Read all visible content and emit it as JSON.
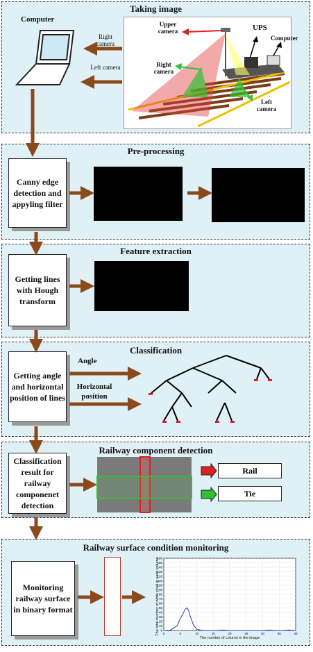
{
  "taking_image": {
    "title": "Taking image",
    "computer_label": "Computer",
    "right_camera_label": "Right camera",
    "left_camera_label": "Left camera",
    "upper_camera_label": "Upper camera",
    "ups_label": "UPS",
    "computer_small_label": "Computer",
    "right_camera_small": "Right camera",
    "left_camera_small": "Left camera"
  },
  "preprocessing": {
    "title": "Pre-processing",
    "box_text": "Canny edge detection and appyling filter"
  },
  "feature_extraction": {
    "title": "Feature extraction",
    "box_text": "Getting lines with Hough transform"
  },
  "classification": {
    "title": "Classification",
    "box_text": "Getting angle and horizontal position of lines",
    "angle_label": "Angle",
    "horizontal_label": "Horizontal position"
  },
  "component_detection": {
    "title": "Railway component detection",
    "box_text": "Classification result for railway componenet detection",
    "rail_label": "Rail",
    "tie_label": "Tie",
    "colors": {
      "rail_arrow": "#e02020",
      "tie_arrow": "#30c030",
      "rail_overlay": "#e02020",
      "tie_overlay": "#30c030"
    }
  },
  "surface_monitoring": {
    "title": "Railway surface condition monitoring",
    "box_text": "Monitoring railway surface in binary format",
    "chart_data": {
      "type": "line",
      "xlabel": "The number of column in the image",
      "ylabel": "The total number of white pixel in each column",
      "xlim": [
        0,
        40
      ],
      "ylim": [
        0,
        160
      ],
      "xticks": [
        "0",
        "5",
        "10",
        "15",
        "20",
        "25",
        "30",
        "35",
        "40"
      ],
      "yticks": [
        "0",
        "10",
        "20",
        "30",
        "40",
        "50",
        "60",
        "70",
        "80",
        "90",
        "100",
        "110",
        "120",
        "130",
        "140",
        "150",
        "160"
      ],
      "grid": true,
      "series": [
        {
          "x": [
            0,
            2,
            4,
            5,
            6,
            6.5,
            7,
            7.5,
            8,
            9,
            10,
            11,
            12,
            14,
            16,
            18,
            20,
            22,
            24,
            26,
            28,
            30,
            32,
            34,
            36,
            38,
            40
          ],
          "values": [
            0,
            1,
            10,
            26,
            40,
            47,
            50,
            45,
            32,
            12,
            3,
            1,
            0,
            0,
            0,
            1,
            0,
            0,
            0,
            0,
            0,
            0,
            1,
            0,
            0,
            1,
            0
          ]
        }
      ]
    }
  },
  "colors": {
    "panel_bg": "#dff0f6",
    "arrow": "#8b4a1c"
  }
}
